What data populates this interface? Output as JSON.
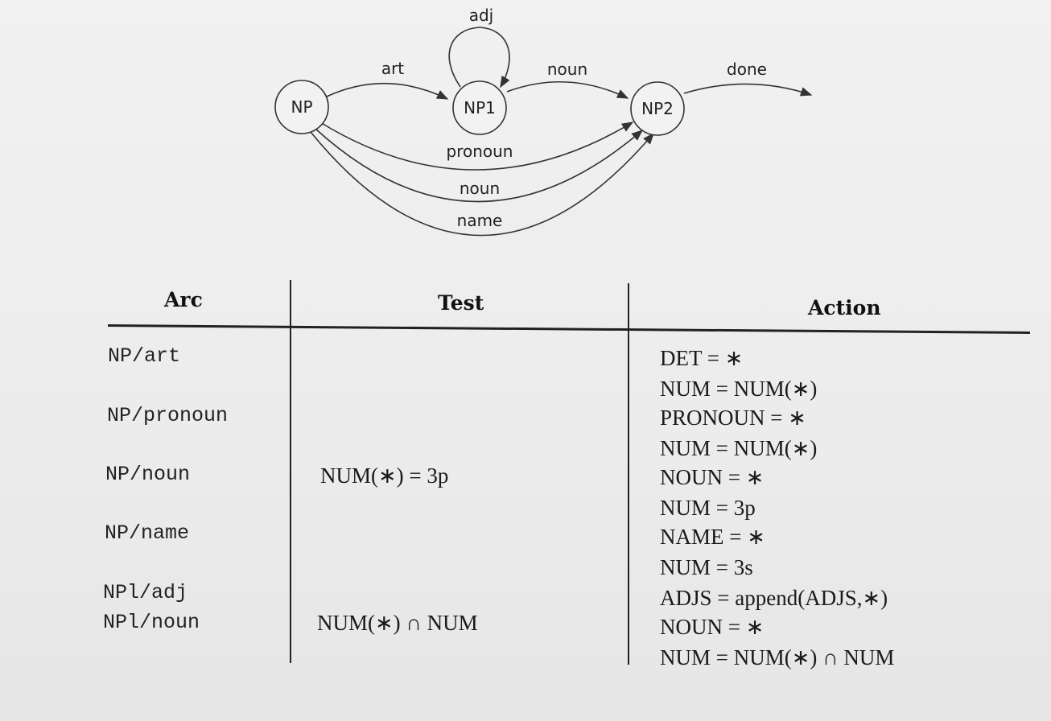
{
  "diagram": {
    "nodes": [
      {
        "id": "NP",
        "label": "NP"
      },
      {
        "id": "NP1",
        "label": "NP1"
      },
      {
        "id": "NP2",
        "label": "NP2"
      }
    ],
    "arcs": [
      {
        "from": "NP",
        "to": "NP1",
        "label": "art"
      },
      {
        "from": "NP1",
        "to": "NP1",
        "label": "adj"
      },
      {
        "from": "NP1",
        "to": "NP2",
        "label": "noun"
      },
      {
        "from": "NP2",
        "to": null,
        "label": "done"
      },
      {
        "from": "NP",
        "to": "NP2",
        "label": "pronoun"
      },
      {
        "from": "NP",
        "to": "NP2",
        "label": "noun"
      },
      {
        "from": "NP",
        "to": "NP2",
        "label": "name"
      }
    ]
  },
  "table": {
    "headers": {
      "arc": "Arc",
      "test": "Test",
      "action": "Action"
    },
    "arcs": [
      "NP/art",
      "NP/pronoun",
      "NP/noun",
      "NP/name",
      "NPl/adj",
      "NPl/noun"
    ],
    "tests": [
      "NUM(∗) = 3p",
      "NUM(∗) ∩ NUM"
    ],
    "actions": [
      "DET = ∗",
      "NUM = NUM(∗)",
      "PRONOUN = ∗",
      "NUM = NUM(∗)",
      "NOUN = ∗",
      "NUM = 3p",
      "NAME = ∗",
      "NUM = 3s",
      "ADJS = append(ADJS,∗)",
      "NOUN = ∗",
      "NUM = NUM(∗) ∩ NUM"
    ]
  }
}
